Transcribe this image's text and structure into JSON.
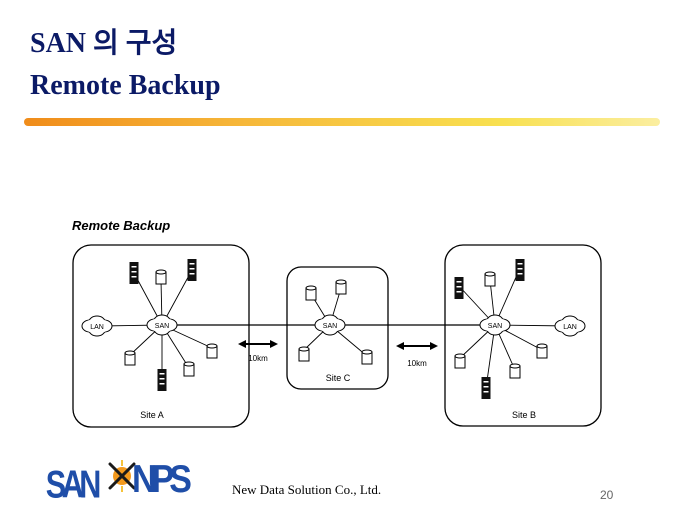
{
  "slide": {
    "title_line1": "SAN 의 구성",
    "title_line2": "Remote Backup",
    "footer_company": "New Data Solution Co., Ltd.",
    "page_number": "20"
  },
  "diagram": {
    "caption": "Remote Backup",
    "sites": {
      "a": "Site A",
      "b": "Site B",
      "c": "Site C"
    },
    "cloud_labels": {
      "san": "SAN",
      "lan": "LAN"
    },
    "distances": {
      "ac": "10km",
      "cb": "10km"
    }
  },
  "logo": {
    "left_text": "SAN",
    "right_text": "NPS"
  },
  "colors": {
    "title": "#0b1a66",
    "rule_start": "#f08c1a",
    "rule_end": "#fbeea0",
    "logo_blue": "#1f4ea8",
    "logo_orange": "#f39a1e"
  }
}
